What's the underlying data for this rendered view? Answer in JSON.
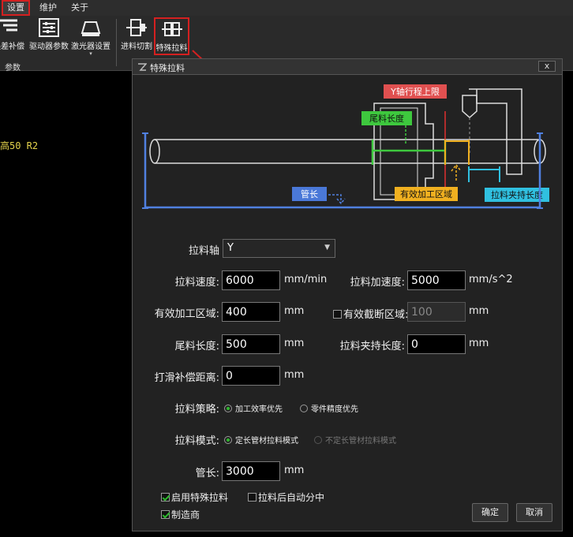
{
  "menu": {
    "settings": "设置",
    "maintenance": "维护",
    "about": "关于"
  },
  "ribbon": {
    "error_comp": "误差补偿",
    "driver_params": "驱动器参数",
    "laser_settings": "激光器设置",
    "feed_cut": "进料切割",
    "special_pull": "特殊拉料",
    "group_label": "参数"
  },
  "background": {
    "code_line": "高50 R2"
  },
  "dialog": {
    "title": "特殊拉料",
    "close": "x",
    "diagram": {
      "y_limit": "Y轴行程上限",
      "tail_length": "尾料长度",
      "pipe_length": "管长",
      "effective_area": "有效加工区域",
      "clamp_length": "拉料夹持长度"
    },
    "form": {
      "pull_axis_label": "拉料轴",
      "pull_axis_value": "Y",
      "pull_speed_label": "拉料速度:",
      "pull_speed_value": "6000",
      "pull_speed_unit": "mm/min",
      "pull_accel_label": "拉料加速度:",
      "pull_accel_value": "5000",
      "pull_accel_unit": "mm/s^2",
      "effective_area_label": "有效加工区域:",
      "effective_area_value": "400",
      "effective_area_unit": "mm",
      "effective_cut_label": "有效截断区域:",
      "effective_cut_value": "100",
      "effective_cut_unit": "mm",
      "tail_length_label": "尾料长度:",
      "tail_length_value": "500",
      "tail_length_unit": "mm",
      "clamp_length_label": "拉料夹持长度:",
      "clamp_length_value": "0",
      "clamp_length_unit": "mm",
      "slip_comp_label": "打滑补偿距离:",
      "slip_comp_value": "0",
      "slip_comp_unit": "mm",
      "strategy_label": "拉料策略:",
      "strategy_opt1": "加工效率优先",
      "strategy_opt2": "零件精度优先",
      "mode_label": "拉料模式:",
      "mode_opt1": "定长管材拉料模式",
      "mode_opt2": "不定长管材拉料模式",
      "pipe_length_label": "管长:",
      "pipe_length_value": "3000",
      "pipe_length_unit": "mm",
      "enable_special": "启用特殊拉料",
      "auto_split": "拉料后自动分中",
      "manufacturer": "制造商",
      "ok": "确定",
      "cancel": "取消"
    }
  }
}
